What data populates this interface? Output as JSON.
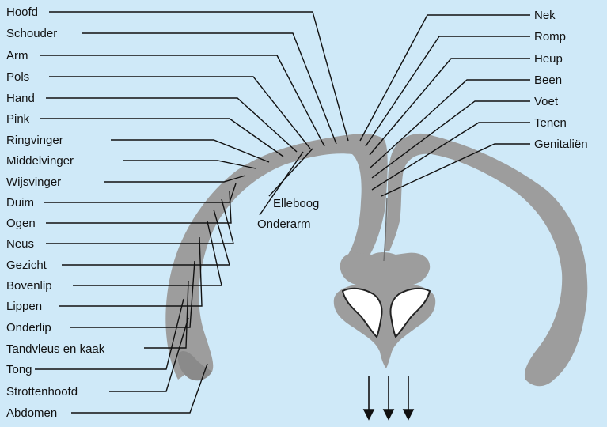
{
  "colors": {
    "background": "#cfe9f8",
    "tissue": "#9d9d9d",
    "tissue_dark": "#8a8a8a",
    "ventricle": "#ffffff",
    "line": "#111111"
  },
  "labels_left": [
    "Hoofd",
    "Schouder",
    "Arm",
    "Pols",
    "Hand",
    "Pink",
    "Ringvinger",
    "Middelvinger",
    "Wijsvinger",
    "Duim",
    "Ogen",
    "Neus",
    "Gezicht",
    "Bovenlip",
    "Lippen",
    "Onderlip",
    "Tandvleus en kaak",
    "Tong",
    "Strottenhoofd",
    "Abdomen"
  ],
  "labels_right": [
    "Nek",
    "Romp",
    "Heup",
    "Been",
    "Voet",
    "Tenen",
    "Genitaliën"
  ],
  "labels_inner": [
    "Elleboog",
    "Onderarm"
  ]
}
